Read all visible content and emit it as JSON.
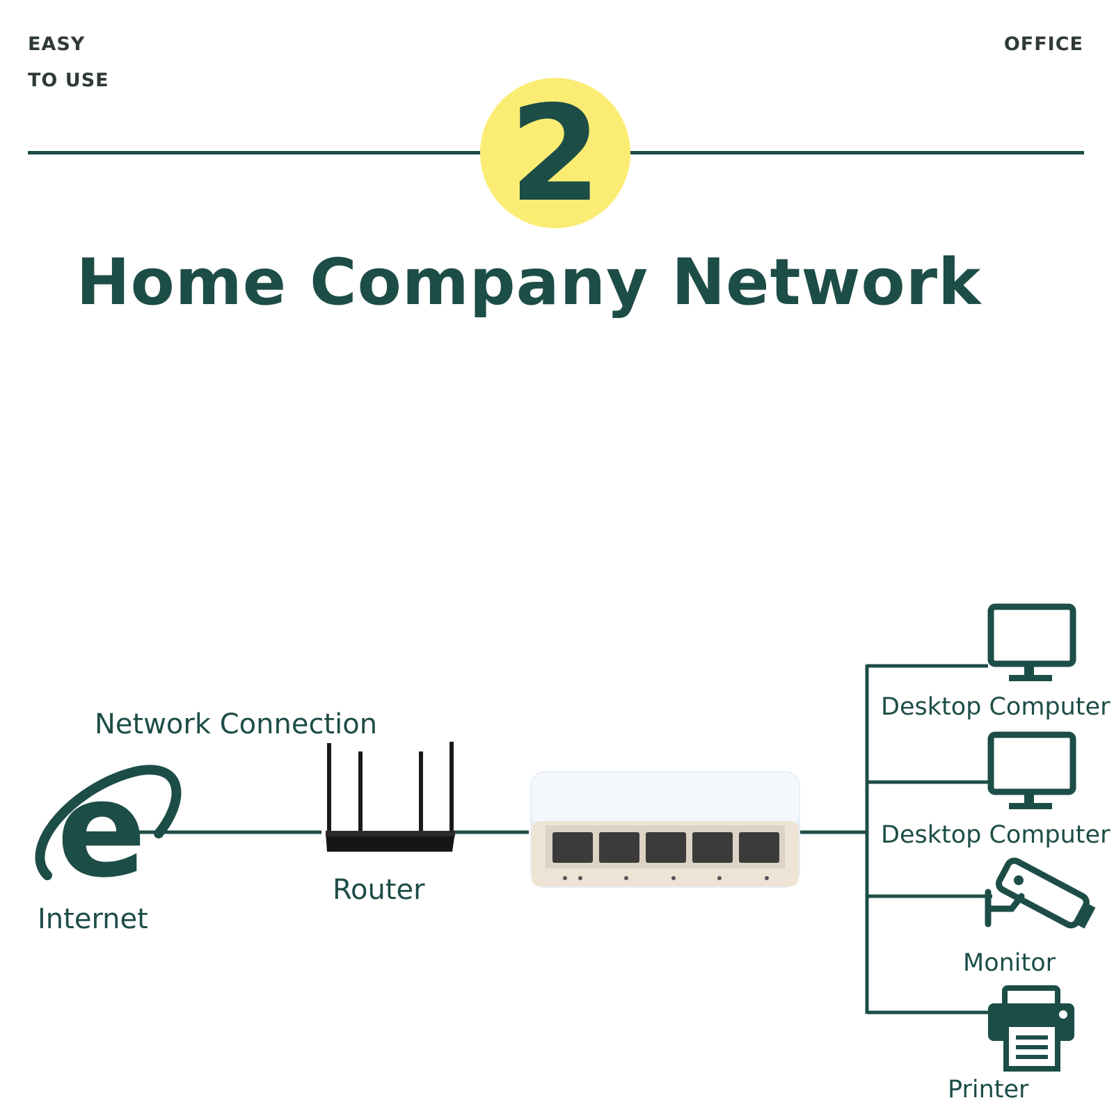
{
  "header": {
    "left_line1": "EASY",
    "left_line2": "TO USE",
    "right": "OFFICE",
    "step": "2",
    "title": "Home Company Network"
  },
  "diagram": {
    "network_connection_label": "Network Connection",
    "internet_label": "Internet",
    "router_label": "Router",
    "devices": [
      {
        "label": "Desktop Computer",
        "icon": "desktop-monitor-icon"
      },
      {
        "label": "Desktop Computer",
        "icon": "desktop-monitor-icon"
      },
      {
        "label": "Monitor",
        "icon": "security-camera-icon"
      },
      {
        "label": "Printer",
        "icon": "printer-icon"
      }
    ]
  },
  "colors": {
    "primary": "#1d4d47",
    "accent": "#fbed74",
    "background": "#ffffff"
  }
}
